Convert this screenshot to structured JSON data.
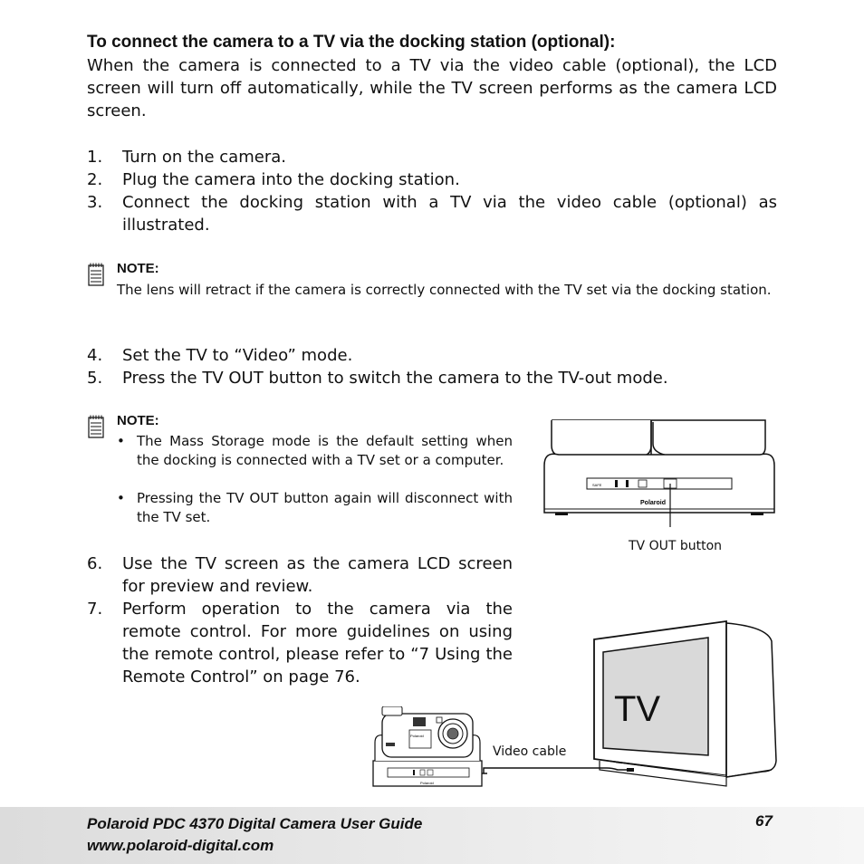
{
  "heading": "To connect the camera to a TV via the docking station (optional):",
  "intro": "When the camera is connected to a TV via the video cable (optional), the LCD screen will turn off automatically, while the TV screen performs as the camera LCD screen.",
  "steps_a": [
    {
      "num": "1.",
      "text": "Turn on the camera."
    },
    {
      "num": "2.",
      "text": "Plug the camera into the docking station."
    },
    {
      "num": "3.",
      "text": "Connect the docking station with a TV via the video cable (optional) as illustrated."
    }
  ],
  "note1": {
    "title": "NOTE:",
    "text": "The lens will retract if the camera is correctly connected with the TV set via the docking station."
  },
  "steps_b": [
    {
      "num": "4.",
      "text": "Set the TV to “Video” mode."
    },
    {
      "num": "5.",
      "text": "Press the TV OUT button to switch the camera to the TV-out mode."
    }
  ],
  "note2": {
    "title": "NOTE:",
    "bullets": [
      "The Mass Storage mode is the default setting when the docking is connected with a TV set or a computer.",
      "Pressing the TV OUT button again will disconnect with the TV set."
    ]
  },
  "steps_c": [
    {
      "num": "6.",
      "text": "Use the TV screen as the camera LCD screen for preview and review."
    },
    {
      "num": "7.",
      "text": "Perform operation to the camera via the remote control. For more guidelines on using the remote control, please refer to “7 Using the Remote Control” on page 76."
    }
  ],
  "figures": {
    "tv_out_caption": "TV OUT button",
    "video_cable_caption": "Video cable",
    "tv_label": "TV",
    "brand_label": "Polaroid",
    "dock_label_safe": "SAFE"
  },
  "footer": {
    "title": "Polaroid PDC 4370 Digital Camera User Guide",
    "url": "www.polaroid-digital.com",
    "page": "67"
  }
}
